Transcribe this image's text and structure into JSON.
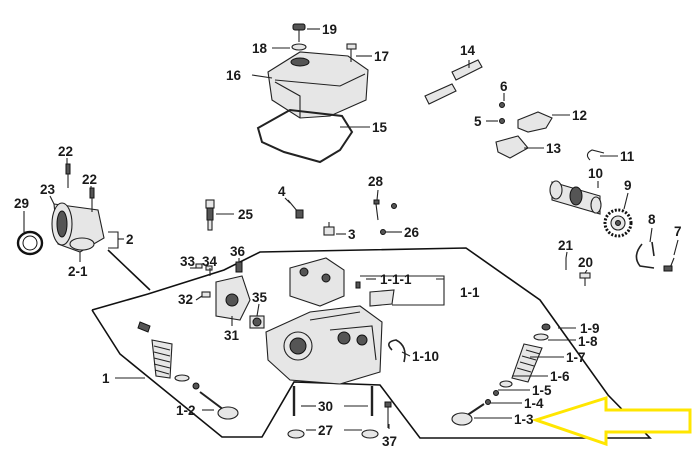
{
  "labels": {
    "p19": "19",
    "p18": "18",
    "p17": "17",
    "p16": "16",
    "p15": "15",
    "p14": "14",
    "p6": "6",
    "p5": "5",
    "p12": "12",
    "p13": "13",
    "p11": "11",
    "p10": "10",
    "p9": "9",
    "p8": "8",
    "p7": "7",
    "p22a": "22",
    "p22b": "22",
    "p23": "23",
    "p29": "29",
    "p2": "2",
    "p2_1": "2-1",
    "p4": "4",
    "p25": "25",
    "p28": "28",
    "p3": "3",
    "p26": "26",
    "p21": "21",
    "p20": "20",
    "p33": "33",
    "p34": "34",
    "p36": "36",
    "p32": "32",
    "p35": "35",
    "p31": "31",
    "p1_1_1": "1-1-1",
    "p1_1": "1-1",
    "p1_9": "1-9",
    "p1_8": "1-8",
    "p1_7": "1-7",
    "p1_10": "1-10",
    "p1_6": "1-6",
    "p1_5": "1-5",
    "p1_4": "1-4",
    "p1_3": "1-3",
    "p1": "1",
    "p1_2": "1-2",
    "p30": "30",
    "p27": "27",
    "p37": "37"
  },
  "colors": {
    "highlight_arrow": "#ffe600",
    "ink": "#1a1a1a"
  }
}
